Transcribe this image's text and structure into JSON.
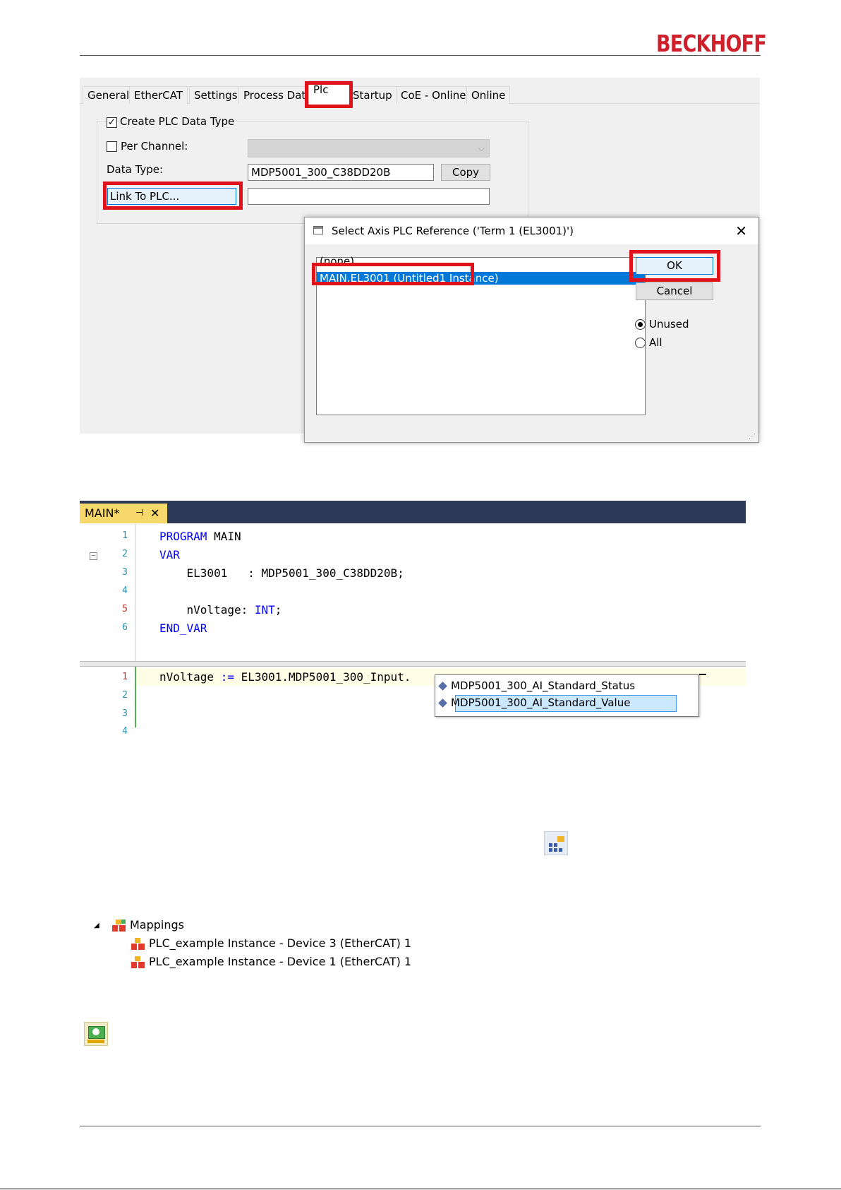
{
  "logo": "BECKHOFF",
  "plc_tab_dialog": {
    "tabs": [
      "General",
      "EtherCAT",
      "Settings",
      "Process Data",
      "Plc",
      "Startup",
      "CoE - Online",
      "Online"
    ],
    "active_tab": "Plc",
    "create_plc_data_type": {
      "label": "Create PLC Data Type",
      "checked": true,
      "mark": "✓"
    },
    "per_channel": {
      "label": "Per Channel:",
      "checked": false
    },
    "data_type": {
      "label": "Data Type:",
      "value": "MDP5001_300_C38DD20B"
    },
    "copy_label": "Copy",
    "link_to_plc_label": "Link To PLC...",
    "link_value": "",
    "select_dialog": {
      "title": "Select Axis PLC Reference ('Term 1 (EL3001)')",
      "close_glyph": "✕",
      "items": [
        "(none)",
        "MAIN.EL3001 (Untitled1 Instance)"
      ],
      "selected_index": 1,
      "ok_label": "OK",
      "cancel_label": "Cancel",
      "filter_options": [
        "Unused",
        "All"
      ],
      "filter_selected": "Unused"
    }
  },
  "editor": {
    "tab_label": "MAIN*",
    "pin_glyph": "⊣",
    "close_glyph": "✕",
    "collapse_glyph": "−",
    "decl_line_numbers": [
      "1",
      "2",
      "3",
      "4",
      "5",
      "6"
    ],
    "decl_code": {
      "l1_kw": "PROGRAM",
      "l1_rest": " MAIN",
      "l2_kw": "VAR",
      "l3": "    EL3001   : MDP5001_300_C38DD20B;",
      "l5_a": "    nVoltage: ",
      "l5_kw": "INT",
      "l5_b": ";",
      "l6_kw": "END_VAR"
    },
    "impl_line_numbers": [
      "1",
      "2",
      "3",
      "4"
    ],
    "impl_code": {
      "l1_a": "nVoltage ",
      "l1_op": ":=",
      "l1_b": " EL3001.MDP5001_300_Input."
    },
    "autocomplete": [
      "MDP5001_300_AI_Standard_Status",
      "MDP5001_300_AI_Standard_Value"
    ],
    "autocomplete_selected": 1
  },
  "tree": {
    "expander": "◢",
    "root": "Mappings",
    "children": [
      "PLC_example Instance - Device 3 (EtherCAT) 1",
      "PLC_example Instance - Device 1 (EtherCAT) 1"
    ]
  },
  "colors": {
    "highlight": "#e0131c",
    "selection": "#0078d7",
    "editor_header": "#2b3856",
    "editor_tab": "#f7d86b"
  },
  "icons": [
    "generate-mappings-icon",
    "activate-configuration-icon"
  ]
}
